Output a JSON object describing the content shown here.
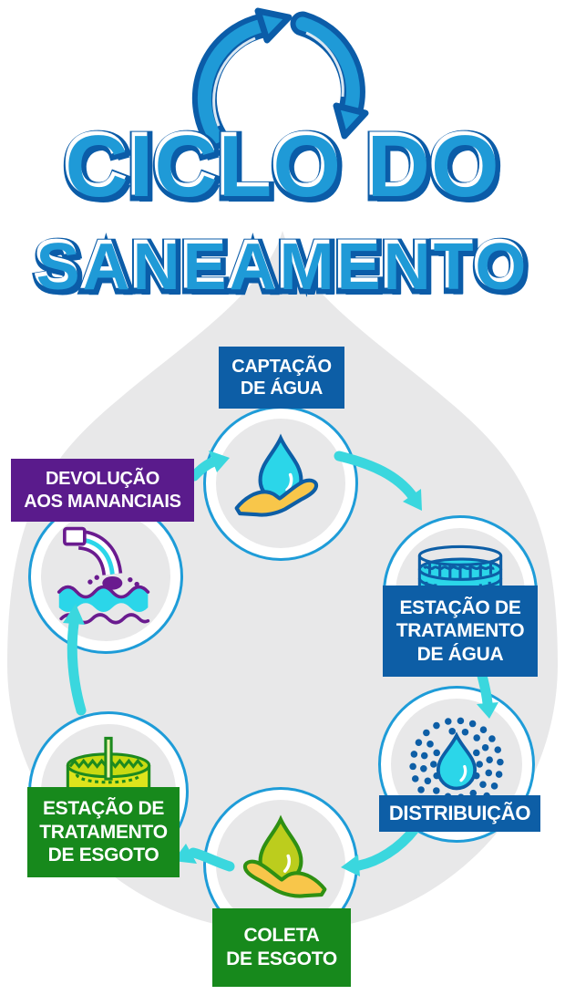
{
  "title": {
    "line1": "CICLO DO",
    "line2": "SANEAMENTO"
  },
  "nodes": [
    {
      "id": "captacao",
      "label_lines": [
        "CAPTAÇÃO",
        "DE ÁGUA"
      ],
      "label_color": "#0d5ea6",
      "icon": "hand-holding-water-drop-icon"
    },
    {
      "id": "estacao-tratamento-agua",
      "label_lines": [
        "ESTAÇÃO DE",
        "TRATAMENTO",
        "DE ÁGUA"
      ],
      "label_color": "#0d5ea6",
      "icon": "water-tank-icon"
    },
    {
      "id": "distribuicao",
      "label_lines": [
        "DISTRIBUIÇÃO"
      ],
      "label_color": "#0d5ea6",
      "icon": "water-drop-with-dots-icon"
    },
    {
      "id": "coleta-esgoto",
      "label_lines": [
        "COLETA",
        "DE ESGOTO"
      ],
      "label_color": "#17891c",
      "icon": "hand-holding-sewage-drop-icon"
    },
    {
      "id": "estacao-tratamento-esgoto",
      "label_lines": [
        "ESTAÇÃO DE",
        "TRATAMENTO",
        "DE ESGOTO"
      ],
      "label_color": "#17891c",
      "icon": "sewage-tank-icon"
    },
    {
      "id": "devolucao-mananciais",
      "label_lines": [
        "DEVOLUÇÃO",
        "AOS MANANCIAIS"
      ],
      "label_color": "#5a1b8c",
      "icon": "pipe-discharge-icon"
    }
  ],
  "colors": {
    "title_fill": "#1f9ad7",
    "title_outline": "#0b5ca8",
    "background_drop": "#e8e8e9",
    "node_ring": "#1e9cd8",
    "cycle_arrow": "#3ad7de",
    "label_blue": "#0d5ea6",
    "label_green": "#17891c",
    "label_purple": "#5a1b8c",
    "water_cyan": "#2bd6e9",
    "sewage_green_yellow": "#c9da12",
    "hand_yellow": "#f8c64a",
    "pipe_purple": "#6a1b8f"
  }
}
